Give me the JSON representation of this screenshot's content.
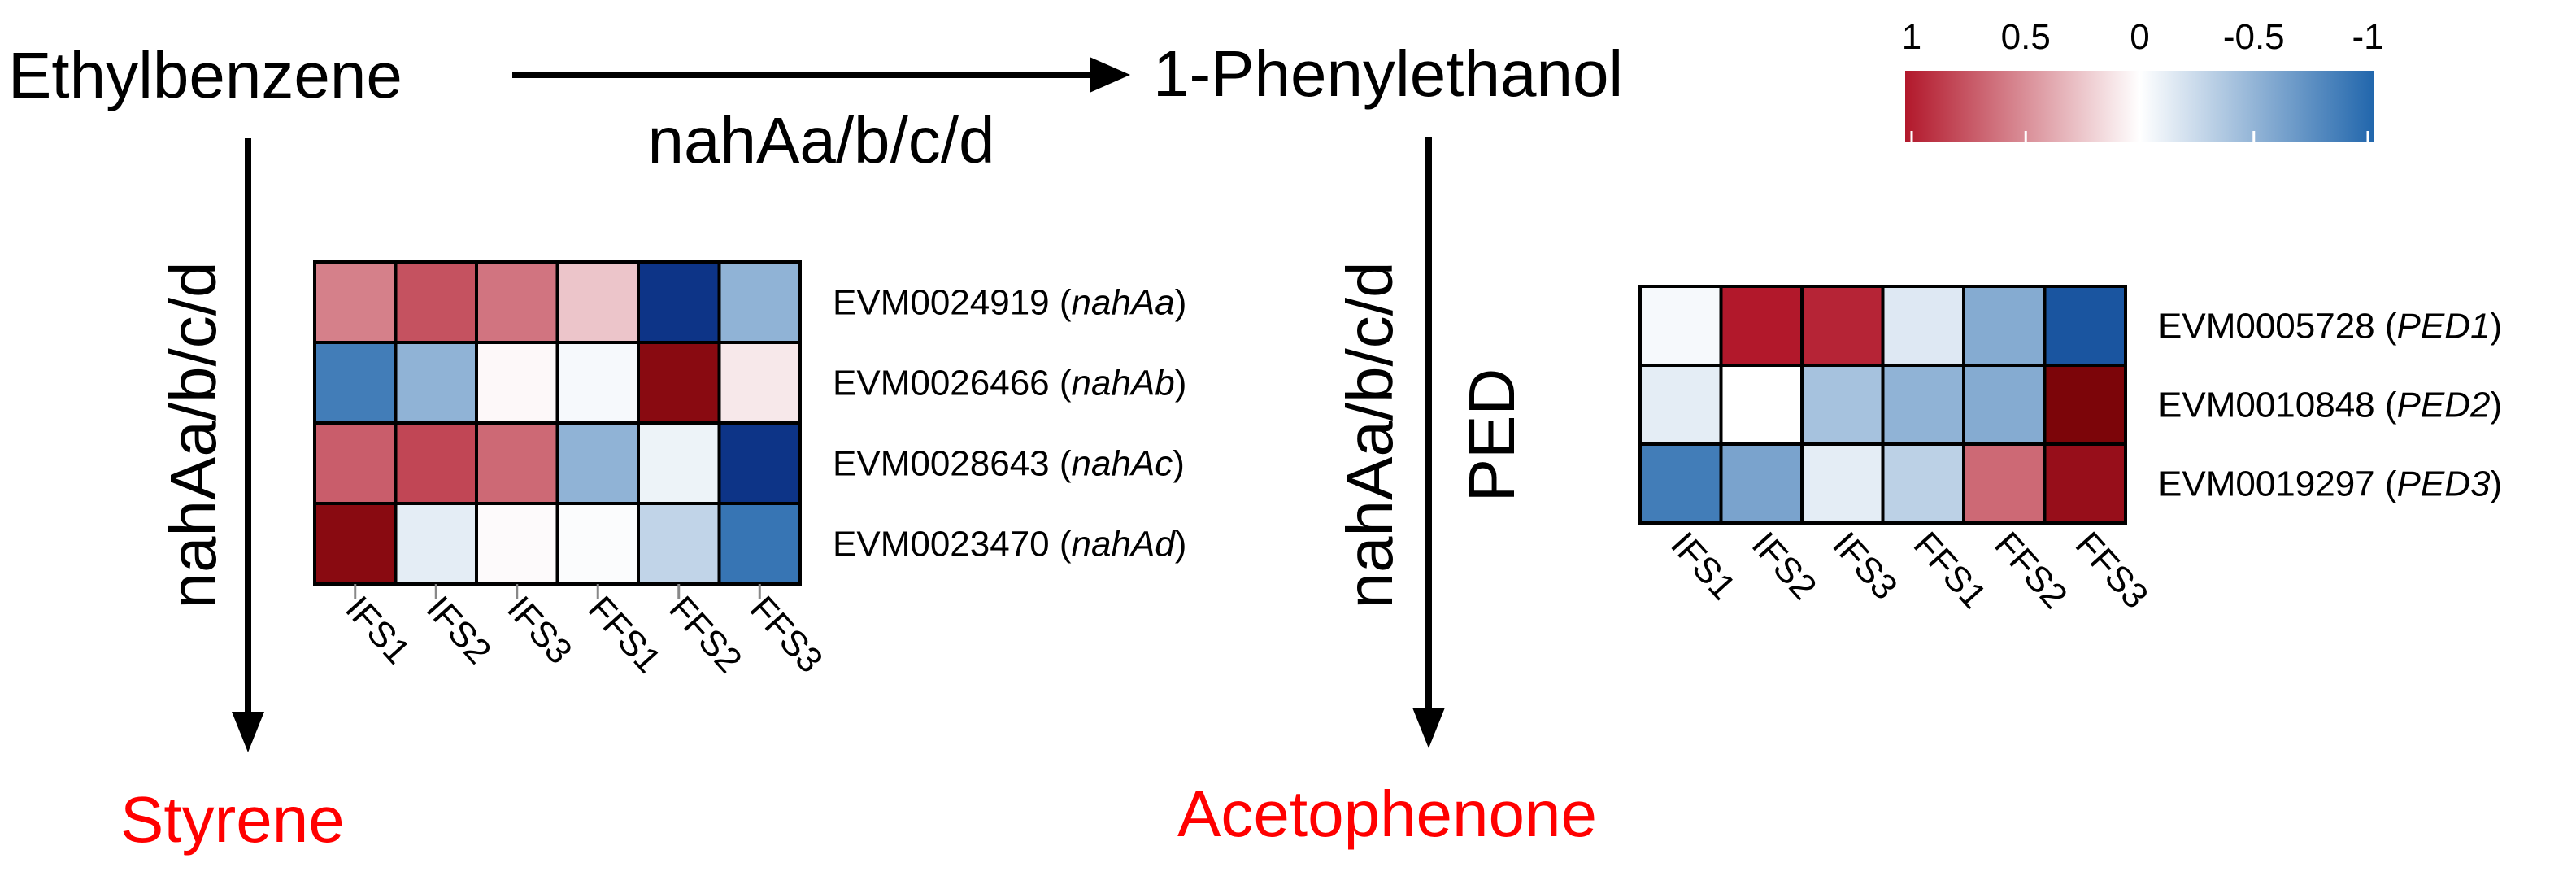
{
  "pathway": {
    "start": "Ethylbenzene",
    "intermediate": "1-Phenylethanol",
    "product_left": "Styrene",
    "product_right": "Acetophenone",
    "enzyme_horizontal": "nahAa/b/c/d",
    "enzyme_left_vertical": "nahAa/b/c/d",
    "enzyme_right_vertical_1": "nahAa/b/c/d",
    "enzyme_right_vertical_2": "PED"
  },
  "colors": {
    "high": "#b2182b",
    "mid": "#ffffff",
    "low": "#2166ac",
    "product_text": "#ff0000"
  },
  "colorbar": {
    "ticks": [
      "1",
      "0.5",
      "0",
      "-0.5",
      "-1"
    ],
    "range": [
      1,
      -1
    ]
  },
  "heatmap_left": {
    "columns": [
      "IFS1",
      "IFS2",
      "IFS3",
      "FFS1",
      "FFS2",
      "FFS3"
    ],
    "rows": [
      {
        "id": "EVM0024919",
        "gene": "nahAa"
      },
      {
        "id": "EVM0026466",
        "gene": "nahAb"
      },
      {
        "id": "EVM0028643",
        "gene": "nahAc"
      },
      {
        "id": "EVM0023470",
        "gene": "nahAd"
      }
    ],
    "values": [
      [
        0.55,
        0.75,
        0.6,
        0.25,
        -1.3,
        -0.5
      ],
      [
        -0.85,
        -0.5,
        0.03,
        -0.04,
        1.3,
        0.1
      ],
      [
        0.7,
        0.8,
        0.65,
        -0.5,
        -0.08,
        -1.3
      ],
      [
        1.3,
        -0.12,
        0.02,
        -0.02,
        -0.28,
        -0.9
      ]
    ]
  },
  "heatmap_right": {
    "columns": [
      "IFS1",
      "IFS2",
      "IFS3",
      "FFS1",
      "FFS2",
      "FFS3"
    ],
    "rows": [
      {
        "id": "EVM0005728",
        "gene": "PED1"
      },
      {
        "id": "EVM0010848",
        "gene": "PED2"
      },
      {
        "id": "EVM0019297",
        "gene": "PED3"
      }
    ],
    "values": [
      [
        -0.04,
        1.0,
        0.95,
        -0.15,
        -0.55,
        -1.1
      ],
      [
        -0.12,
        0.0,
        -0.4,
        -0.5,
        -0.55,
        1.4
      ],
      [
        -0.85,
        -0.6,
        -0.12,
        -0.3,
        0.65,
        1.2
      ]
    ]
  }
}
